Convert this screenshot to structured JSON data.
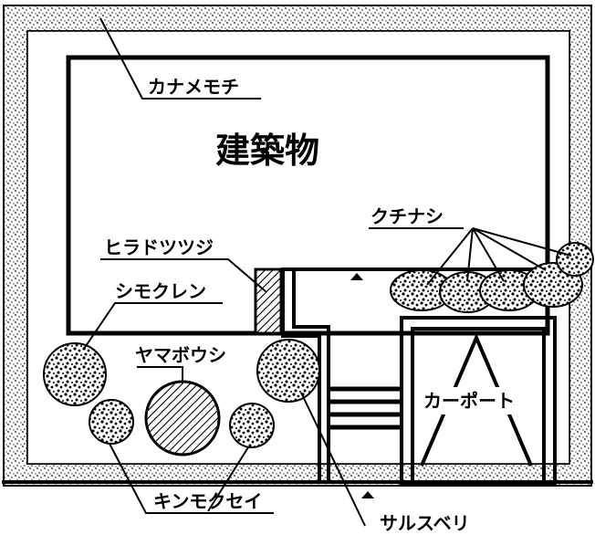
{
  "labels": {
    "building": "建築物",
    "kanamemochi": "カナメモチ",
    "hiradotsutsuji": "ヒラドツツジ",
    "shimokuren": "シモクレン",
    "yamaboushi": "ヤマボウシ",
    "kinmokusei": "キンモクセイ",
    "sarusuberi": "サルスベリ",
    "kuchinashi": "クチナシ",
    "carport": "カーポート"
  },
  "colors": {
    "ink": "#000000",
    "paper": "#ffffff",
    "hedge_fill": "#cfcfcf",
    "shrub_fill": "#8a8a8a"
  }
}
